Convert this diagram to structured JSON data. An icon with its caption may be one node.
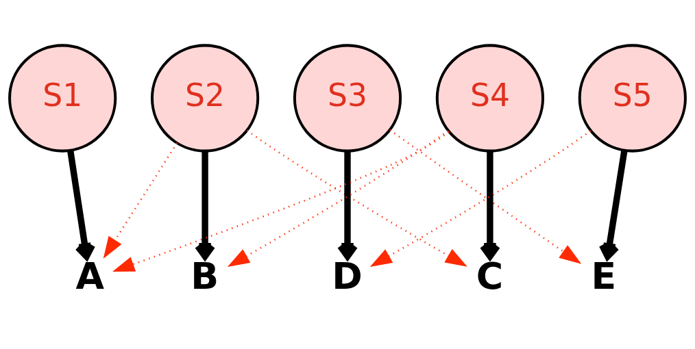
{
  "diagram": {
    "nodes": [
      {
        "text": [
          "S1"
        ]
      },
      {
        "text": [
          "S2"
        ]
      },
      {
        "text": [
          "S3"
        ]
      },
      {
        "text": [
          "S4"
        ]
      },
      {
        "text": [
          "S5"
        ]
      },
      {
        "text": [
          "A"
        ]
      },
      {
        "text": [
          "B"
        ]
      },
      {
        "text": [
          "D"
        ]
      },
      {
        "text": [
          "C"
        ]
      },
      {
        "text": [
          "E"
        ]
      }
    ],
    "edges": [
      {
        "from": 0,
        "to": 5,
        "arrow": "to",
        "style": "thick",
        "color": "#000000"
      },
      {
        "from": 1,
        "to": 6,
        "arrow": "to",
        "style": "thick",
        "color": "#000000"
      },
      {
        "from": 2,
        "to": 7,
        "arrow": "to",
        "style": "thick",
        "color": "#000000"
      },
      {
        "from": 3,
        "to": 8,
        "arrow": "to",
        "style": "thick",
        "color": "#000000"
      },
      {
        "from": 4,
        "to": 9,
        "arrow": "to",
        "style": "thick",
        "color": "#000000"
      },
      {
        "from": 1,
        "to": 5,
        "arrow": "to",
        "style": "dashed",
        "color": "#ff2a00"
      },
      {
        "from": 1,
        "to": 8,
        "arrow": "to",
        "style": "dashed",
        "color": "#ff2a00"
      },
      {
        "from": 2,
        "to": 9,
        "arrow": "to",
        "style": "dashed",
        "color": "#ff2a00"
      },
      {
        "from": 3,
        "to": 6,
        "arrow": "to",
        "style": "dashed",
        "color": "#ff2a00"
      },
      {
        "from": 3,
        "to": 5,
        "arrow": "to",
        "style": "dashed",
        "color": "#ff2a00"
      },
      {
        "from": 4,
        "to": 7,
        "arrow": "to",
        "style": "dashed",
        "color": "#ff2a00"
      }
    ]
  }
}
